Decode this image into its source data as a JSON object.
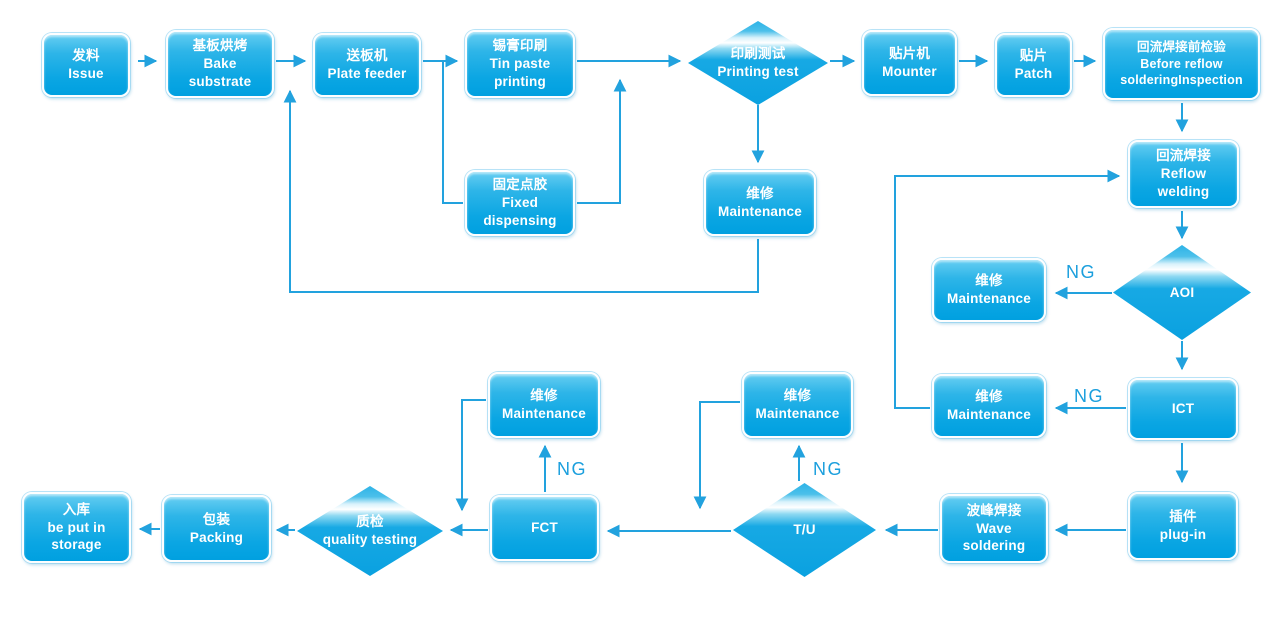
{
  "diagram": "SMT production process flowchart",
  "colors": {
    "node_fill_top": "#66cef2",
    "node_fill_bottom": "#00a0e0",
    "node_border": "#ffffff",
    "connector": "#22a2de",
    "node_text": "#ffffff",
    "ng_label": "#1b9fdd",
    "background": "#ffffff"
  },
  "nodes": {
    "issue": {
      "zh": "发料",
      "en": "Issue"
    },
    "bake": {
      "zh": "基板烘烤",
      "en": "Bake\nsubstrate"
    },
    "plate_feeder": {
      "zh": "送板机",
      "en": "Plate feeder"
    },
    "tin_paste": {
      "zh": "锡膏印刷",
      "en": "Tin paste\nprinting"
    },
    "printing_test": {
      "zh": "印刷测试",
      "en": "Printing test"
    },
    "mounter": {
      "zh": "贴片机",
      "en": "Mounter"
    },
    "patch": {
      "zh": "贴片",
      "en": "Patch"
    },
    "before_reflow": {
      "zh": "回流焊接前检验",
      "en": "Before reflow\nsolderingInspection"
    },
    "fixed_dispensing": {
      "zh": "固定点胶",
      "en": "Fixed\ndispensing"
    },
    "maint_print": {
      "zh": "维修",
      "en": "Maintenance"
    },
    "reflow": {
      "zh": "回流焊接",
      "en": "Reflow\nwelding"
    },
    "aoi": {
      "en": "AOI"
    },
    "maint_aoi": {
      "zh": "维修",
      "en": "Maintenance"
    },
    "ict": {
      "en": "ICT"
    },
    "maint_ict": {
      "zh": "维修",
      "en": "Maintenance"
    },
    "plug_in": {
      "zh": "插件",
      "en": "plug-in"
    },
    "wave": {
      "zh": "波峰焊接",
      "en": "Wave\nsoldering"
    },
    "tu": {
      "en": "T/U"
    },
    "maint_tu": {
      "zh": "维修",
      "en": "Maintenance"
    },
    "fct": {
      "en": "FCT"
    },
    "maint_fct": {
      "zh": "维修",
      "en": "Maintenance"
    },
    "quality": {
      "zh": "质检",
      "en": "quality testing"
    },
    "packing": {
      "zh": "包装",
      "en": "Packing"
    },
    "storage": {
      "zh": "入库",
      "en": "be put in\nstorage"
    }
  },
  "labels": {
    "ng_aoi": "NG",
    "ng_ict": "NG",
    "ng_tu": "NG",
    "ng_fct": "NG"
  }
}
